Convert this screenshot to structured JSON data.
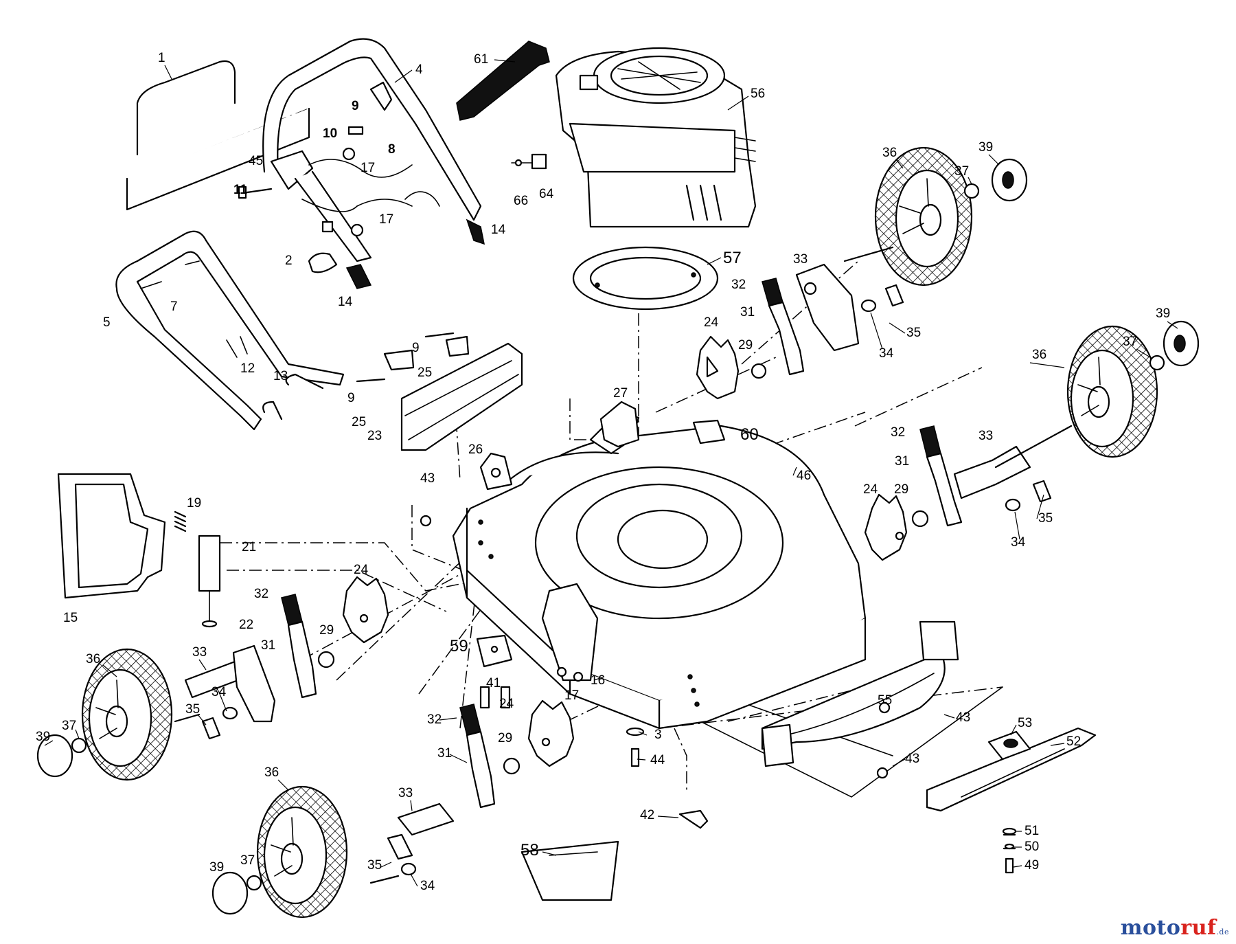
{
  "callouts": [
    {
      "id": "c1",
      "text": "1"
    },
    {
      "id": "c4",
      "text": "4"
    },
    {
      "id": "c9a",
      "text": "9"
    },
    {
      "id": "c8",
      "text": "8"
    },
    {
      "id": "c10",
      "text": "10"
    },
    {
      "id": "c17a",
      "text": "17"
    },
    {
      "id": "c45",
      "text": "45"
    },
    {
      "id": "c11",
      "text": "11"
    },
    {
      "id": "c17b",
      "text": "17"
    },
    {
      "id": "c14a",
      "text": "14"
    },
    {
      "id": "c2",
      "text": "2"
    },
    {
      "id": "c14b",
      "text": "14"
    },
    {
      "id": "c5",
      "text": "5"
    },
    {
      "id": "c7",
      "text": "7"
    },
    {
      "id": "c12",
      "text": "12"
    },
    {
      "id": "c13",
      "text": "13"
    },
    {
      "id": "c61",
      "text": "61"
    },
    {
      "id": "c56",
      "text": "56"
    },
    {
      "id": "c66",
      "text": "66"
    },
    {
      "id": "c64",
      "text": "64"
    },
    {
      "id": "c57",
      "text": "57"
    },
    {
      "id": "c36a",
      "text": "36"
    },
    {
      "id": "c39a",
      "text": "39"
    },
    {
      "id": "c37a",
      "text": "37"
    },
    {
      "id": "c33a",
      "text": "33"
    },
    {
      "id": "c32a",
      "text": "32"
    },
    {
      "id": "c31a",
      "text": "31"
    },
    {
      "id": "c35a",
      "text": "35"
    },
    {
      "id": "c34a",
      "text": "34"
    },
    {
      "id": "c24a",
      "text": "24"
    },
    {
      "id": "c29a",
      "text": "29"
    },
    {
      "id": "c9b",
      "text": "9"
    },
    {
      "id": "c25a",
      "text": "25"
    },
    {
      "id": "c9c",
      "text": "9"
    },
    {
      "id": "c25b",
      "text": "25"
    },
    {
      "id": "c23",
      "text": "23"
    },
    {
      "id": "c27",
      "text": "27"
    },
    {
      "id": "c60",
      "text": "60"
    },
    {
      "id": "c39b",
      "text": "39"
    },
    {
      "id": "c37b",
      "text": "37"
    },
    {
      "id": "c36b",
      "text": "36"
    },
    {
      "id": "c32b",
      "text": "32"
    },
    {
      "id": "c33b",
      "text": "33"
    },
    {
      "id": "c31b",
      "text": "31"
    },
    {
      "id": "c26",
      "text": "26"
    },
    {
      "id": "c46",
      "text": "46"
    },
    {
      "id": "c24b",
      "text": "24"
    },
    {
      "id": "c29b",
      "text": "29"
    },
    {
      "id": "c35b",
      "text": "35"
    },
    {
      "id": "c34b",
      "text": "34"
    },
    {
      "id": "c43a",
      "text": "43"
    },
    {
      "id": "c19",
      "text": "19"
    },
    {
      "id": "c21",
      "text": "21"
    },
    {
      "id": "c15",
      "text": "15"
    },
    {
      "id": "c24c",
      "text": "24"
    },
    {
      "id": "c32c",
      "text": "32"
    },
    {
      "id": "c22",
      "text": "22"
    },
    {
      "id": "c31c",
      "text": "31"
    },
    {
      "id": "c29c",
      "text": "29"
    },
    {
      "id": "c59",
      "text": "59"
    },
    {
      "id": "c36c",
      "text": "36"
    },
    {
      "id": "c33c",
      "text": "33"
    },
    {
      "id": "c34c",
      "text": "34"
    },
    {
      "id": "c35c",
      "text": "35"
    },
    {
      "id": "c41",
      "text": "41"
    },
    {
      "id": "c17c",
      "text": "17"
    },
    {
      "id": "c16",
      "text": "16"
    },
    {
      "id": "c39c",
      "text": "39"
    },
    {
      "id": "c37c",
      "text": "37"
    },
    {
      "id": "c32d",
      "text": "32"
    },
    {
      "id": "c24d",
      "text": "24"
    },
    {
      "id": "c31d",
      "text": "31"
    },
    {
      "id": "c29d",
      "text": "29"
    },
    {
      "id": "c3",
      "text": "3"
    },
    {
      "id": "c44",
      "text": "44"
    },
    {
      "id": "c55",
      "text": "55"
    },
    {
      "id": "c43b",
      "text": "43"
    },
    {
      "id": "c53",
      "text": "53"
    },
    {
      "id": "c52",
      "text": "52"
    },
    {
      "id": "c43c",
      "text": "43"
    },
    {
      "id": "c42",
      "text": "42"
    },
    {
      "id": "c36d",
      "text": "36"
    },
    {
      "id": "c33d",
      "text": "33"
    },
    {
      "id": "c39d",
      "text": "39"
    },
    {
      "id": "c37d",
      "text": "37"
    },
    {
      "id": "c35d",
      "text": "35"
    },
    {
      "id": "c34d",
      "text": "34"
    },
    {
      "id": "c58",
      "text": "58"
    },
    {
      "id": "c51",
      "text": "51"
    },
    {
      "id": "c50",
      "text": "50"
    },
    {
      "id": "c49",
      "text": "49"
    }
  ],
  "watermark": {
    "part1": "moto",
    "part2": "ruf",
    "suffix": ".de"
  }
}
